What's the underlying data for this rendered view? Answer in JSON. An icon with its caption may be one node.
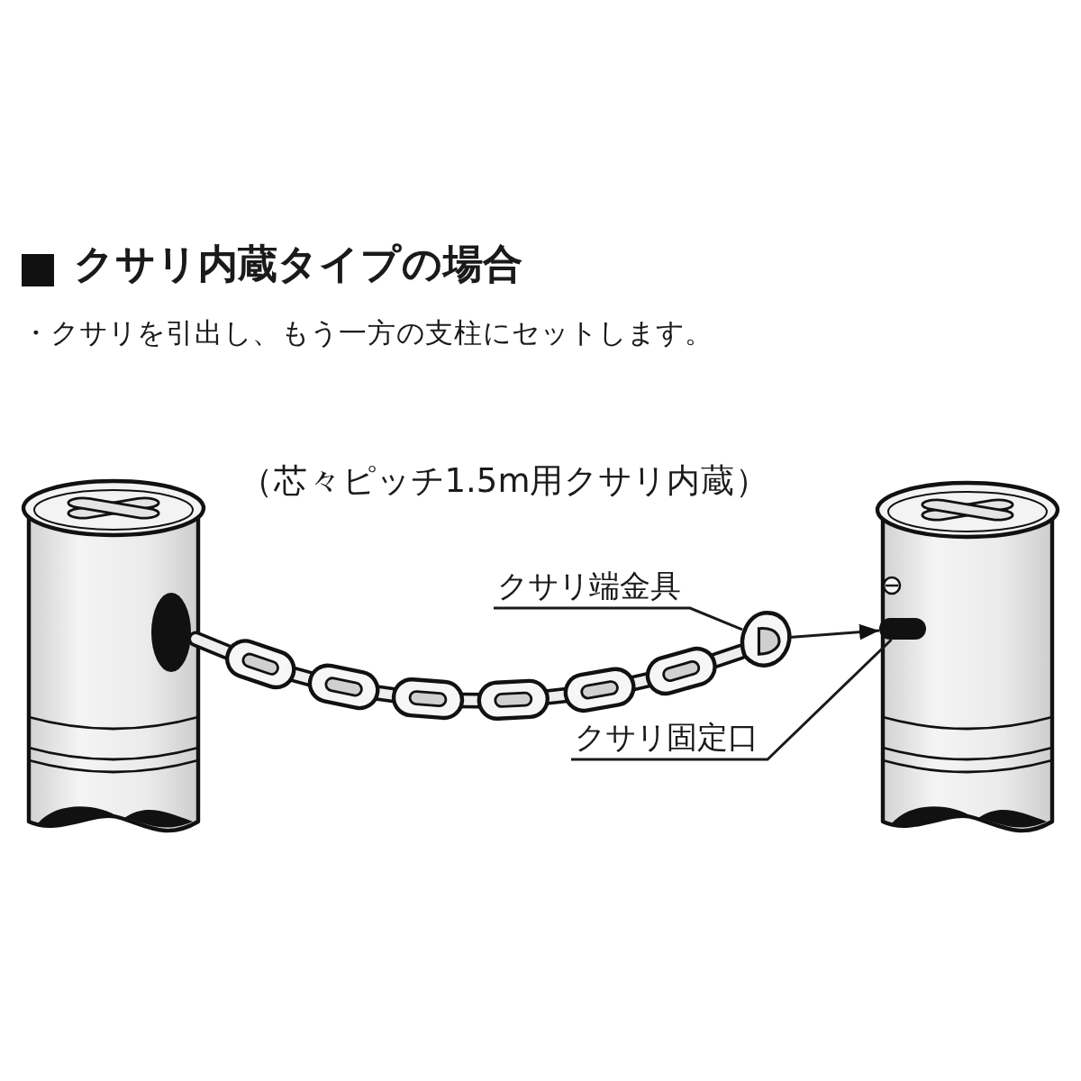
{
  "diagram": {
    "title": "クサリ内蔵タイプの場合",
    "nodes": [
      {
        "text": [
          "クサリ端金具"
        ]
      },
      {
        "text": [],
        "shape": "picture"
      },
      {
        "text": [
          "クサリ固定口"
        ]
      },
      {
        "text": [],
        "shape": "bar"
      }
    ],
    "edges": [
      {
        "from": 0,
        "to": 1,
        "arrow": "none"
      },
      {
        "from": 2,
        "to": 3,
        "arrow": "none"
      },
      {
        "from": 1,
        "to": 3,
        "arrow": "to"
      }
    ],
    "labels": [
      "・クサリを引出し、もう一方の支柱にセットします。",
      "（芯々ピッチ1.5m用クサリ内蔵）"
    ]
  }
}
